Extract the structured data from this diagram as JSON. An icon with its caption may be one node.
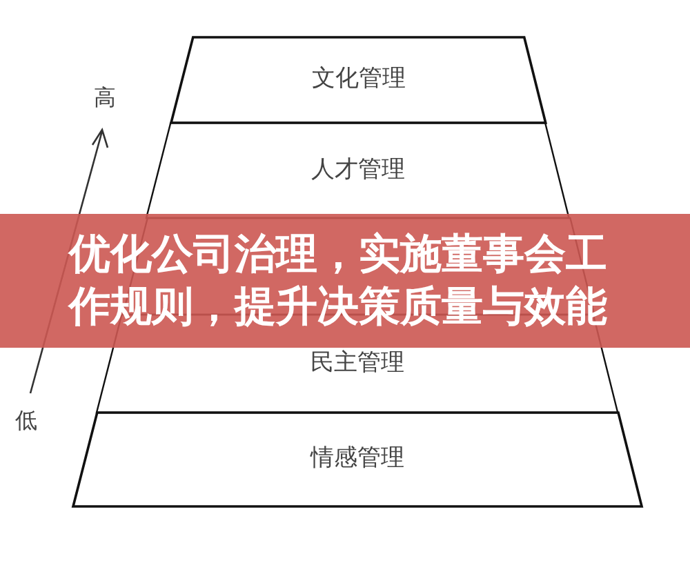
{
  "diagram": {
    "title": "优化公司治理，实施董事会工作规则，提升决策质量与效能",
    "nodes": [
      {
        "text": [
          "文化管理"
        ]
      },
      {
        "text": [
          "人才管理"
        ]
      },
      {
        "text": [],
        "shape": "trapezoid"
      },
      {
        "text": [
          "民主管理"
        ]
      },
      {
        "text": [
          "情感管理"
        ]
      }
    ],
    "edges": [],
    "labels": [
      "高",
      "低"
    ]
  }
}
